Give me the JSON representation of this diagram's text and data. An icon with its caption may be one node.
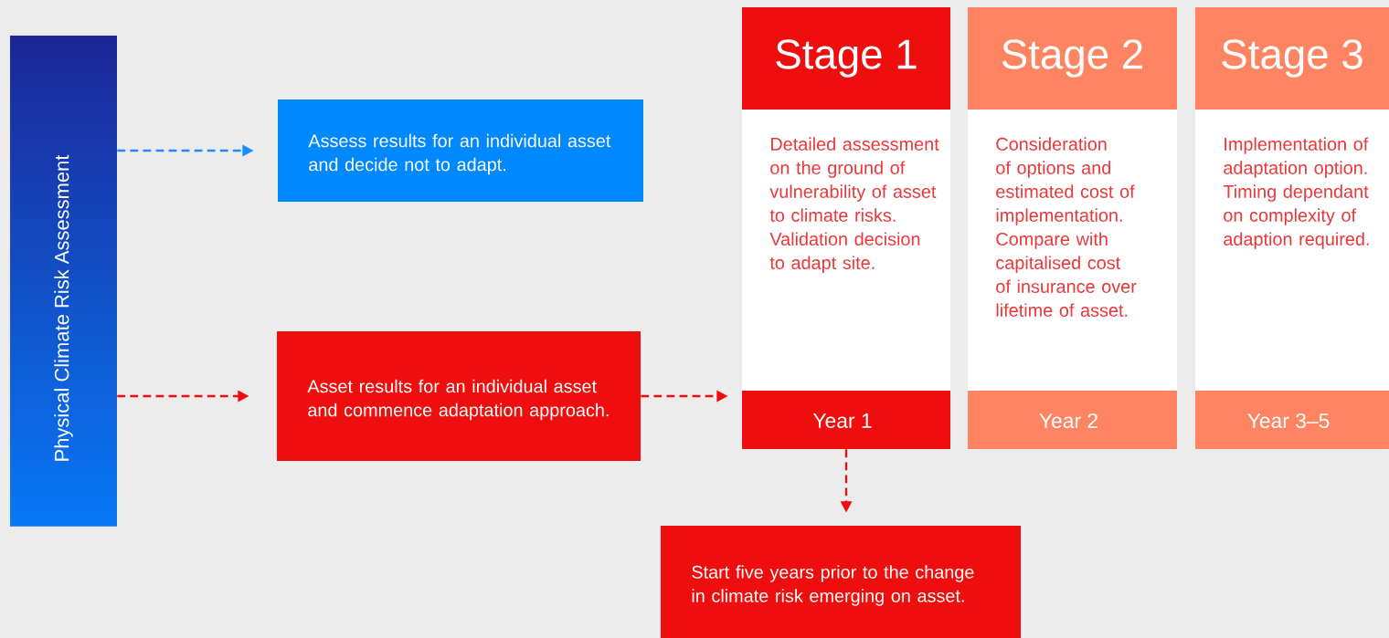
{
  "diagram": {
    "nodes": [
      {
        "text": [
          "Physical Climate Risk Assessment"
        ]
      },
      {
        "text": [
          "Assess results for an individual asset and decide not to adapt."
        ]
      },
      {
        "text": [
          "Asset results for an individual asset and commence adaptation approach."
        ]
      },
      {
        "text": [
          "Stage 1",
          "Detailed assessment on the ground of vulnerability of asset to climate risks. Validation decision to adapt site.",
          "Year 1"
        ]
      },
      {
        "text": [
          "Stage 2",
          "Consideration of options and estimated cost of implementation. Compare with capitalised cost of insurance over lifetime of asset.",
          "Year 2"
        ]
      },
      {
        "text": [
          "Stage 3",
          "Implementation of adaptation option. Timing dependant on complexity of adaption required.",
          "Year 3–5"
        ]
      },
      {
        "text": [
          "Start five years prior to the change in climate risk emerging on asset."
        ]
      }
    ],
    "edges": [
      {
        "from": 0,
        "to": 1,
        "arrow": "to",
        "style": "dashed",
        "color": "#1a8cff"
      },
      {
        "from": 0,
        "to": 2,
        "arrow": "to",
        "style": "dashed"
      },
      {
        "from": 2,
        "to": 3,
        "arrow": "to",
        "style": "dashed"
      },
      {
        "from": 3,
        "to": 6,
        "arrow": "to",
        "style": "dashed"
      }
    ]
  }
}
